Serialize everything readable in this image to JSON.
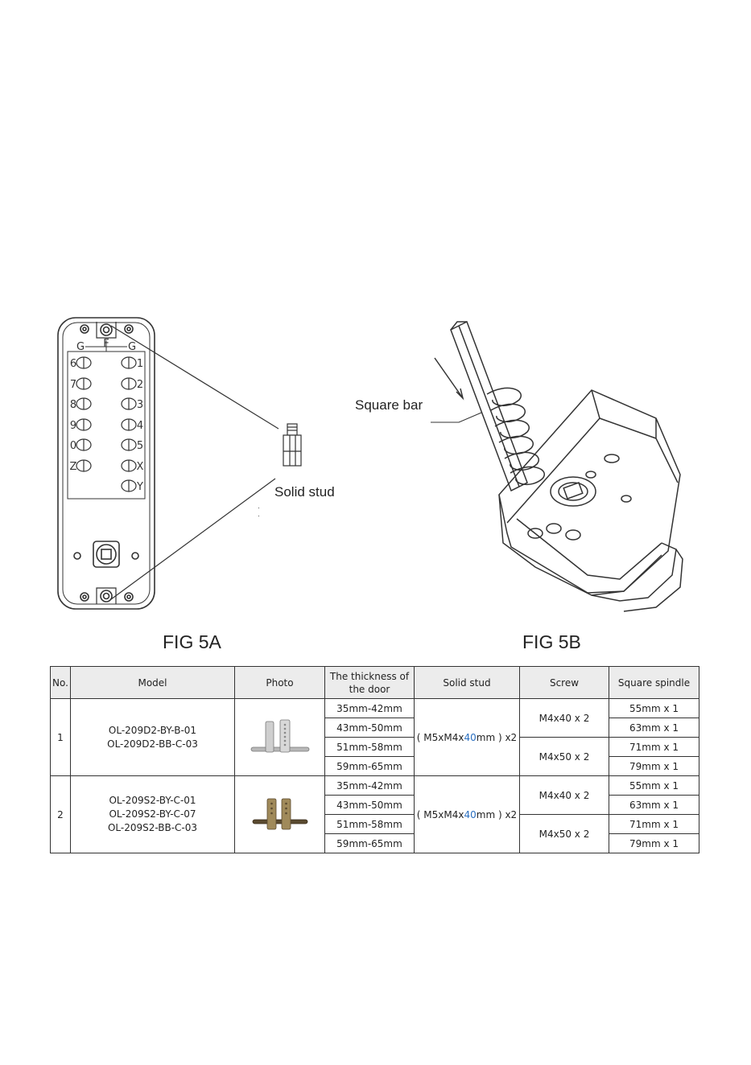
{
  "figures": {
    "fig_a": {
      "caption": "FIG 5A",
      "callout_label": "Solid stud",
      "keypad_top_labels": [
        "G",
        "F",
        "G"
      ],
      "keypad_left_keys": [
        "6",
        "7",
        "8",
        "9",
        "0",
        "Z"
      ],
      "keypad_right_keys": [
        "1",
        "2",
        "3",
        "4",
        "5",
        "X",
        "Y"
      ]
    },
    "fig_b": {
      "caption": "FIG 5B",
      "callout_label": "Square bar"
    }
  },
  "table": {
    "headers": [
      "No.",
      "Model",
      "Photo",
      "The thickness of the door",
      "Solid stud",
      "Screw",
      "Square spindle"
    ],
    "rows": [
      {
        "no": "1",
        "models": [
          "OL-209D2-BY-B-01",
          "OL-209D2-BB-C-03"
        ],
        "thickness": [
          "35mm-42mm",
          "43mm-50mm",
          "51mm-58mm",
          "59mm-65mm"
        ],
        "stud": {
          "before": "( M5xM4x",
          "highlight": "40",
          "after": "mm ) x2"
        },
        "screws": [
          "M4x40 x 2",
          "M4x50 x 2"
        ],
        "spindles": [
          "55mm x 1",
          "63mm x 1",
          "71mm x 1",
          "79mm x 1"
        ]
      },
      {
        "no": "2",
        "models": [
          "OL-209S2-BY-C-01",
          "OL-209S2-BY-C-07",
          "OL-209S2-BB-C-03"
        ],
        "thickness": [
          "35mm-42mm",
          "43mm-50mm",
          "51mm-58mm",
          "59mm-65mm"
        ],
        "stud": {
          "before": "( M5xM4x",
          "highlight": "40",
          "after": "mm ) x2"
        },
        "screws": [
          "M4x40 x 2",
          "M4x50 x 2"
        ],
        "spindles": [
          "55mm x 1",
          "63mm x 1",
          "71mm x 1",
          "79mm x 1"
        ]
      }
    ]
  },
  "colors": {
    "highlight": "#2a6fc0",
    "header_bg": "#ececec",
    "line": "#333333"
  }
}
